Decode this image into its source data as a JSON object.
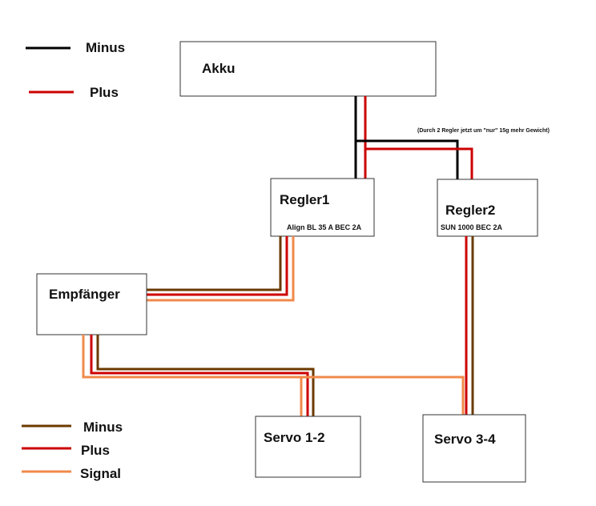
{
  "colors": {
    "minus_power": "#000000",
    "plus": "#cc0000",
    "minus_servo": "#6b3a00",
    "signal": "#f08a4b"
  },
  "legend_power": {
    "minus": "Minus",
    "plus": "Plus"
  },
  "legend_servo": {
    "minus": "Minus",
    "plus": "Plus",
    "signal": "Signal"
  },
  "boxes": {
    "akku": "Akku",
    "regler1": "Regler1",
    "regler1_sub": "Align BL 35 A  BEC 2A",
    "regler2": "Regler2",
    "regler2_sub": "SUN 1000 BEC 2A",
    "empfaenger": "Empfänger",
    "servo12": "Servo 1-2",
    "servo34": "Servo 3-4"
  },
  "note": "(Durch 2 Regler jetzt um \"nur\" 15g mehr Gewicht)"
}
